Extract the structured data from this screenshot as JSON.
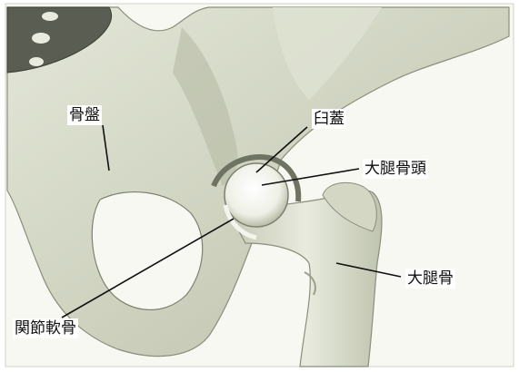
{
  "labels": {
    "pelvis": "骨盤",
    "acetabulum": "臼蓋",
    "femoral_head": "大腿骨頭",
    "femur": "大腿骨",
    "articular_cartilage": "関節軟骨"
  }
}
